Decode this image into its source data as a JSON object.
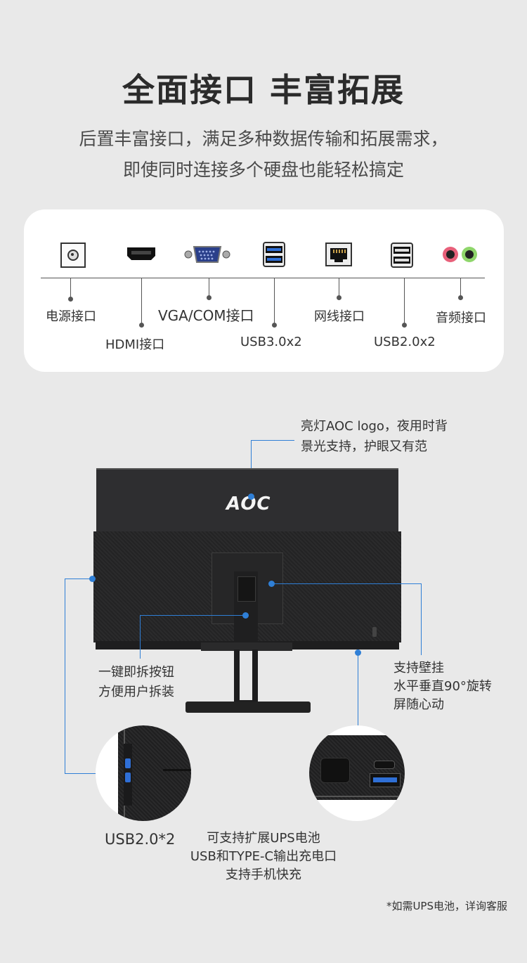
{
  "header": {
    "title": "全面接口 丰富拓展",
    "subtitle_line1": "后置丰富接口，满足多种数据传输和拓展需求，",
    "subtitle_line2": "即使同时连接多个硬盘也能轻松搞定"
  },
  "ports": [
    {
      "label": "电源接口",
      "icon": "power-port-icon"
    },
    {
      "label": "HDMI接口",
      "icon": "hdmi-port-icon"
    },
    {
      "label": "VGA/COM接口",
      "icon": "vga-port-icon"
    },
    {
      "label": "USB3.0x2",
      "icon": "usb3-port-icon"
    },
    {
      "label": "网线接口",
      "icon": "ethernet-port-icon"
    },
    {
      "label": "USB2.0x2",
      "icon": "usb2-port-icon"
    },
    {
      "label": "音频接口",
      "icon": "audio-port-icon"
    }
  ],
  "monitor": {
    "brand": "AOC",
    "callouts": {
      "logo_line1": "亮灯AOC logo，夜用时背",
      "logo_line2": "景光支持，护眼又有范",
      "button_line1": "一键即拆按钮",
      "button_line2": "方便用户拆装",
      "mount_line1": "支持壁挂",
      "mount_line2": "水平垂直90°旋转",
      "mount_line3": "屏随心动",
      "usb_side": "USB2.0*2",
      "ups_line1": "可支持扩展UPS电池",
      "ups_line2": "USB和TYPE-C输出充电口",
      "ups_line3": "支持手机快充"
    },
    "footnote": "*如需UPS电池，详询客服"
  },
  "colors": {
    "background": "#e9e9e9",
    "accent_blue": "#2f7fd6",
    "monitor_dark": "#2b2b2c"
  }
}
